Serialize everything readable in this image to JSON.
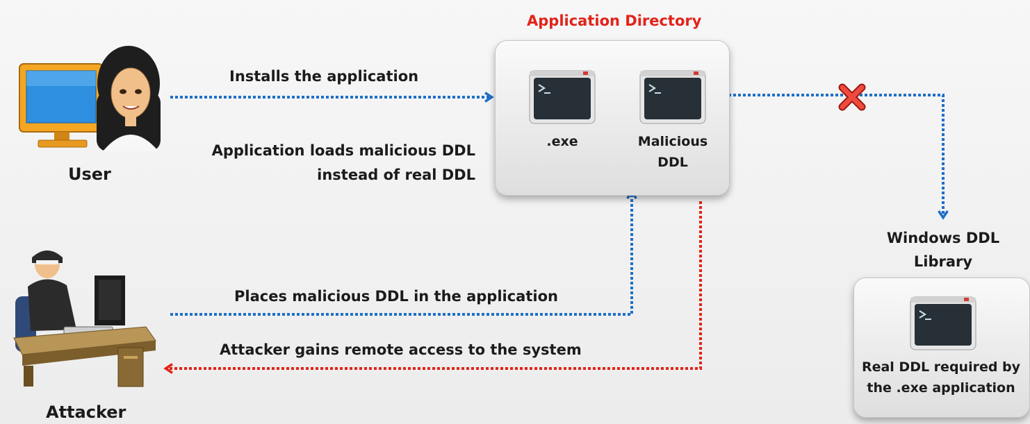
{
  "colors": {
    "blue_arrow": "#1f6fc6",
    "red_arrow": "#e2231a",
    "title_red": "#e2231a",
    "text": "#1b1b1b"
  },
  "icons": [
    "user-computer-icon",
    "attacker-computer-icon",
    "exe-icon",
    "malicious-ddl-icon",
    "real-ddl-icon",
    "red-x-icon"
  ],
  "app_directory": {
    "title": "Application Directory",
    "exe_label": ".exe",
    "malicious_label_line1": "Malicious",
    "malicious_label_line2": "DDL"
  },
  "user": {
    "label": "User"
  },
  "attacker": {
    "label": "Attacker"
  },
  "windows_library": {
    "title_line1": "Windows DDL",
    "title_line2": "Library",
    "caption_line1": "Real DDL required by",
    "caption_line2": "the .exe application"
  },
  "flows": {
    "installs": "Installs the application",
    "loads_line1": "Application loads malicious DDL",
    "loads_line2": "instead of real DDL",
    "places": "Places malicious DDL in the application",
    "gains_access": "Attacker gains remote access to the system"
  }
}
